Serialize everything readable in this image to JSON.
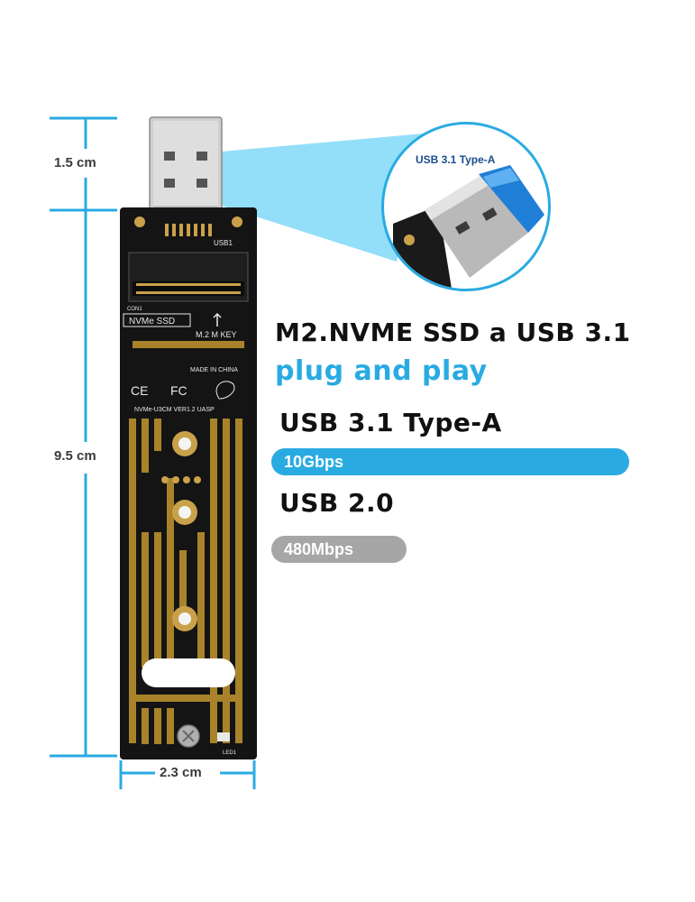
{
  "dimensions": {
    "plug_length": "1.5 cm",
    "board_length": "9.5 cm",
    "board_width": "2.3 cm"
  },
  "callout": {
    "label": "USB 3.1  Type-A"
  },
  "headline": {
    "title": "M2.NVME SSD a USB 3.1",
    "subtitle": "plug and play"
  },
  "specs": [
    {
      "name": "USB 3.1 Type-A",
      "speed": "10Gbps"
    },
    {
      "name": "USB 2.0",
      "speed": "480Mbps"
    }
  ],
  "board_markings": {
    "usb_port": "USB1",
    "connector": "CON1",
    "ssd_box": "NVMe SSD",
    "key": "M.2  M KEY",
    "made_in": "MADE IN CHINA",
    "ce": "CE",
    "fc": "FC",
    "model": "NVMe-U3CM  VER1.2   UASP",
    "led": "LED1"
  },
  "colors": {
    "accent": "#29abe2",
    "gray_pill": "#a6a6a6",
    "pcb": "#141414",
    "gold": "#a9832a"
  }
}
